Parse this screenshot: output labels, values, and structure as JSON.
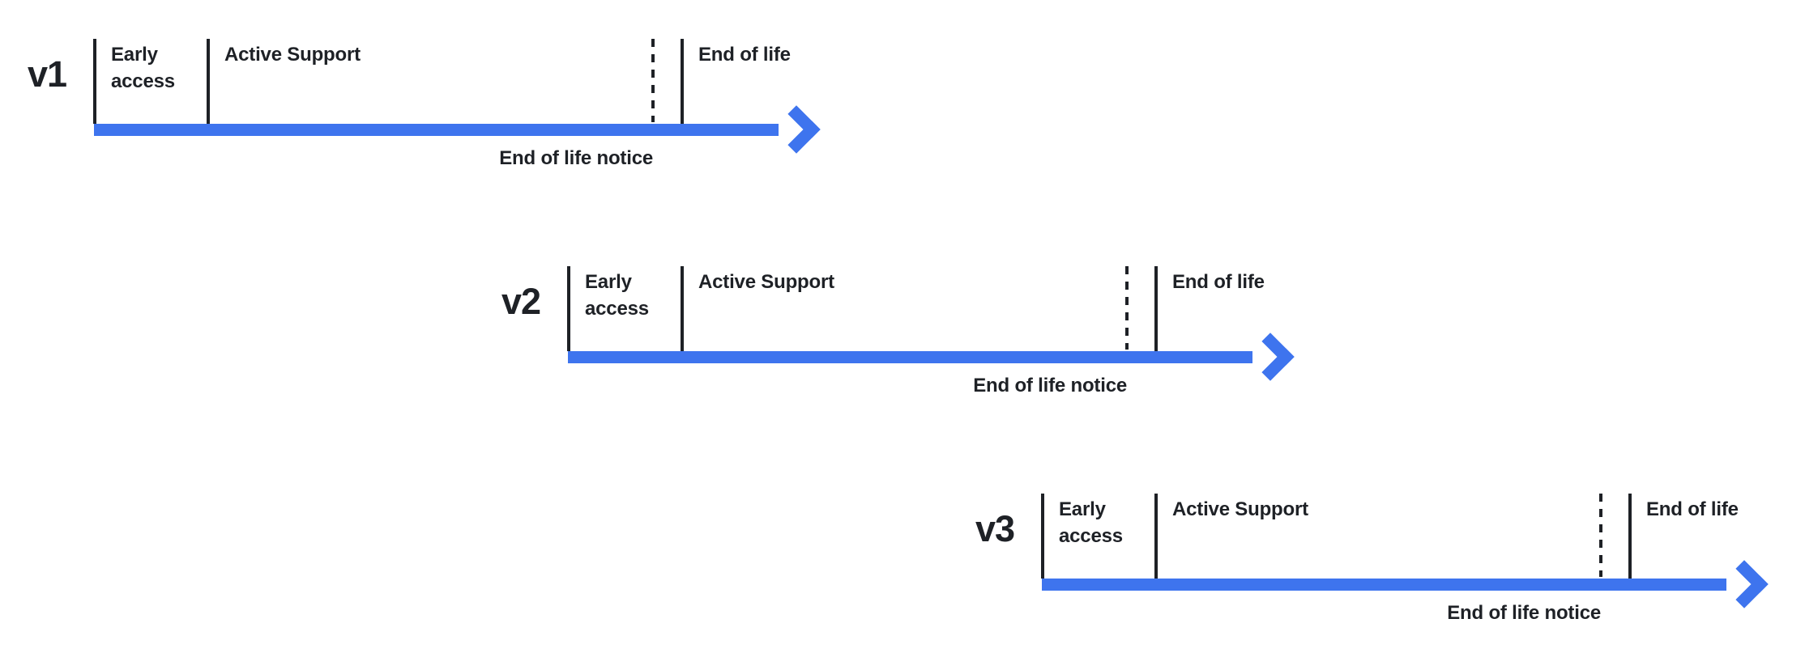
{
  "colors": {
    "background": "#ffffff",
    "arrow_accent": "#3E74EE",
    "ink": "#1E2126"
  },
  "timelines": [
    {
      "version": "v1",
      "early_access": "Early access",
      "active_support": "Active Support",
      "end_of_life": "End of life",
      "notice": "End of life notice"
    },
    {
      "version": "v2",
      "early_access": "Early access",
      "active_support": "Active Support",
      "end_of_life": "End of life",
      "notice": "End of life notice"
    },
    {
      "version": "v3",
      "early_access": "Early access",
      "active_support": "Active Support",
      "end_of_life": "End of life",
      "notice": "End of life notice"
    }
  ]
}
